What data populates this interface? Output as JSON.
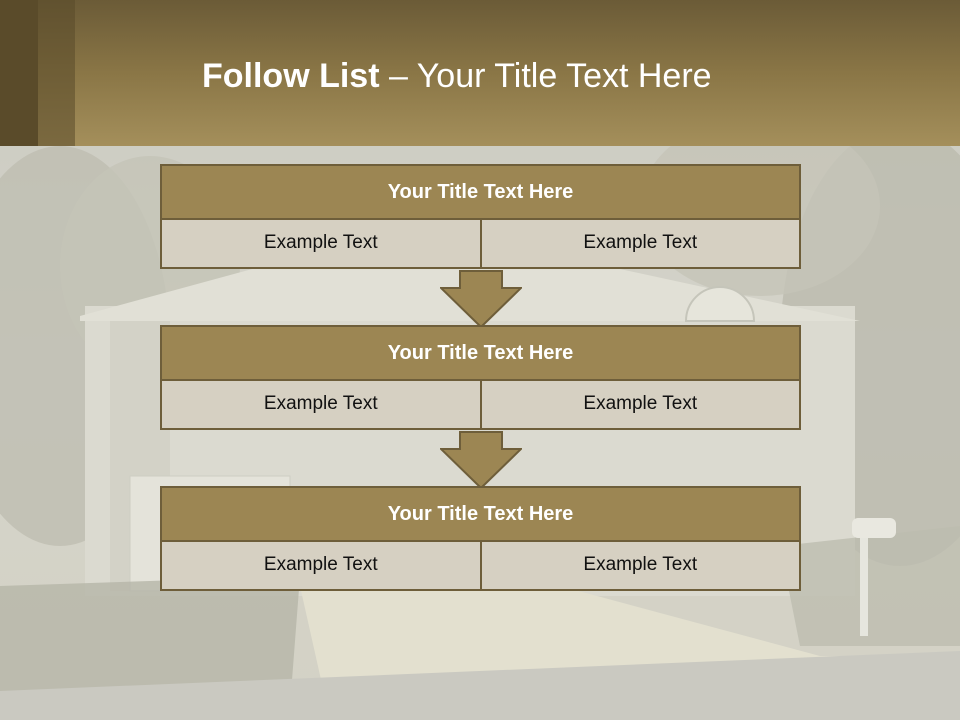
{
  "slide": {
    "title_bold": "Follow List",
    "title_rest": " – Your Title Text Here"
  },
  "steps": [
    {
      "title": "Your Title Text Here",
      "left": "Example Text",
      "right": "Example Text"
    },
    {
      "title": "Your Title Text Here",
      "left": "Example Text",
      "right": "Example Text"
    },
    {
      "title": "Your Title Text Here",
      "left": "Example Text",
      "right": "Example Text"
    }
  ],
  "colors": {
    "header": "#8a7646",
    "box_title": "#9c8653",
    "box_cell": "#d6d0c2",
    "border": "#6e5e3a"
  }
}
